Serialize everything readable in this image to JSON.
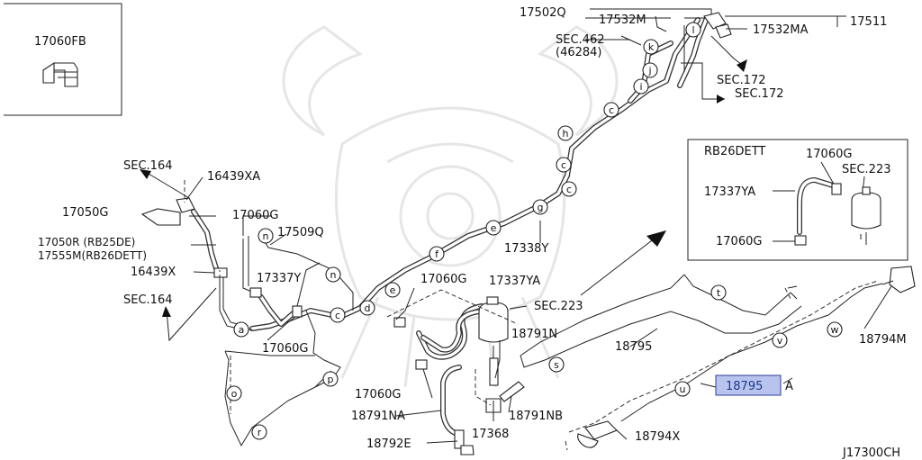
{
  "diagram": {
    "drawing_code": "J17300CH",
    "inset_top_left": {
      "part": "17060FB"
    },
    "inset_rb26": {
      "engine": "RB26DETT",
      "labels": [
        "17060G",
        "SEC.223",
        "17337YA",
        "17060G"
      ]
    },
    "part_labels": {
      "p17502q": "17502Q",
      "p17532m": "17532M",
      "p17511": "17511",
      "p17532ma": "17532MA",
      "sec462": "SEC.462",
      "sec462b": "(46284)",
      "sec172a": "SEC.172",
      "sec172b": "SEC.172",
      "sec164a": "SEC.164",
      "p16439xa": "16439XA",
      "p17050g": "17050G",
      "p17060g_a": "17060G",
      "p17509q": "17509Q",
      "p17050r": "17050R (RB25DE)",
      "p17555m": "17555M(RB26DETT)",
      "p16439x": "16439X",
      "p17337y": "17337Y",
      "sec164b": "SEC.164",
      "p17060g_b": "17060G",
      "p17338y": "17338Y",
      "p17060g_c": "17060G",
      "p17337ya": "17337YA",
      "sec223": "SEC.223",
      "p18791n": "18791N",
      "p18795": "18795",
      "p17060g_d": "17060G",
      "p18791na": "18791NA",
      "p18791nb": "18791NB",
      "p17368": "17368",
      "p18792e": "18792E",
      "p18794x": "18794X",
      "p18794m": "18794M",
      "p18795a": "18795",
      "p18795a_suffix": "A"
    },
    "circle_letters": {
      "k": "k",
      "l": "l",
      "j": "j",
      "i": "i",
      "c1": "c",
      "h": "h",
      "c2": "c",
      "c3": "c",
      "g": "g",
      "e1": "e",
      "f": "f",
      "e2": "e",
      "d": "d",
      "c4": "c",
      "n1": "n",
      "n2": "n",
      "a": "a",
      "t": "t",
      "v": "v",
      "w": "w",
      "s": "s",
      "u": "u",
      "p": "p",
      "o": "o",
      "r": "r"
    },
    "colors": {
      "line": "#222222",
      "watermark": "#e6e6e6",
      "highlight_fill": "#b8c3ee",
      "highlight_text": "#1e3a8a"
    }
  }
}
